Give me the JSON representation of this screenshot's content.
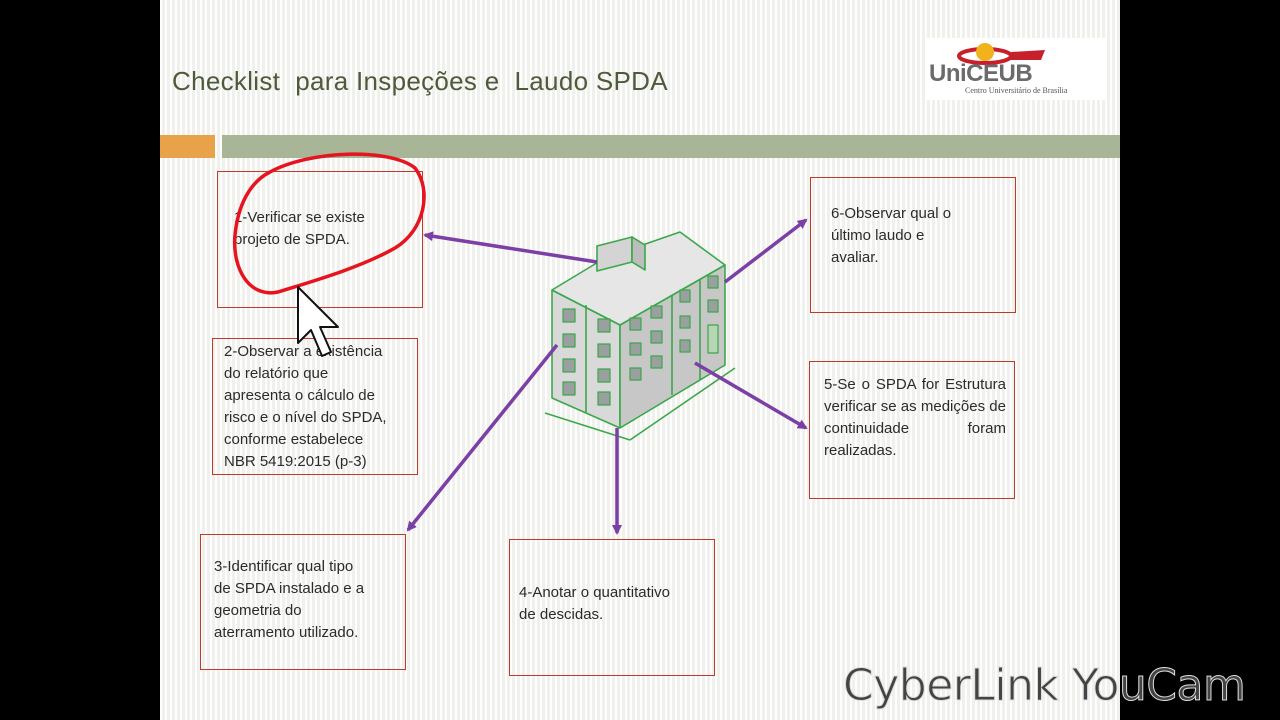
{
  "slide": {
    "title": "Checklist  para Inspeções e  Laudo SPDA",
    "logo": {
      "brand": "UniCEUB",
      "subtitle": "Centro Universitário de Brasília"
    }
  },
  "steps": [
    {
      "id": 1,
      "lines": [
        "1-Verificar se existe",
        "projeto de SPDA."
      ]
    },
    {
      "id": 2,
      "lines": [
        "2-Observar a existência",
        "do relatório que",
        "apresenta o cálculo de",
        "risco e o nível do SPDA,",
        "conforme estabelece",
        "NBR 5419:2015  (p-3)"
      ]
    },
    {
      "id": 3,
      "lines": [
        "3-Identificar qual tipo",
        "de SPDA instalado e a",
        "geometria do",
        "aterramento utilizado."
      ]
    },
    {
      "id": 4,
      "lines": [
        "4-Anotar o quantitativo",
        "de descidas."
      ]
    },
    {
      "id": 5,
      "text": "5-Se o SPDA for Estrutura verificar se as medições de continuidade foram realizadas."
    },
    {
      "id": 6,
      "lines": [
        "6-Observar qual o",
        "último laudo e",
        "avaliar."
      ]
    }
  ],
  "colors": {
    "arrow": "#7b3fa6",
    "box_border": "#c0392b",
    "annotation": "#e6141e",
    "building_line": "#3aa84a",
    "title": "#4f5a3c",
    "bar_orange": "#e8a24a",
    "bar_green": "#a8b596"
  },
  "icons": [
    "mouse-pointer-icon",
    "building-icon"
  ],
  "watermark": "CyberLink YouCam"
}
